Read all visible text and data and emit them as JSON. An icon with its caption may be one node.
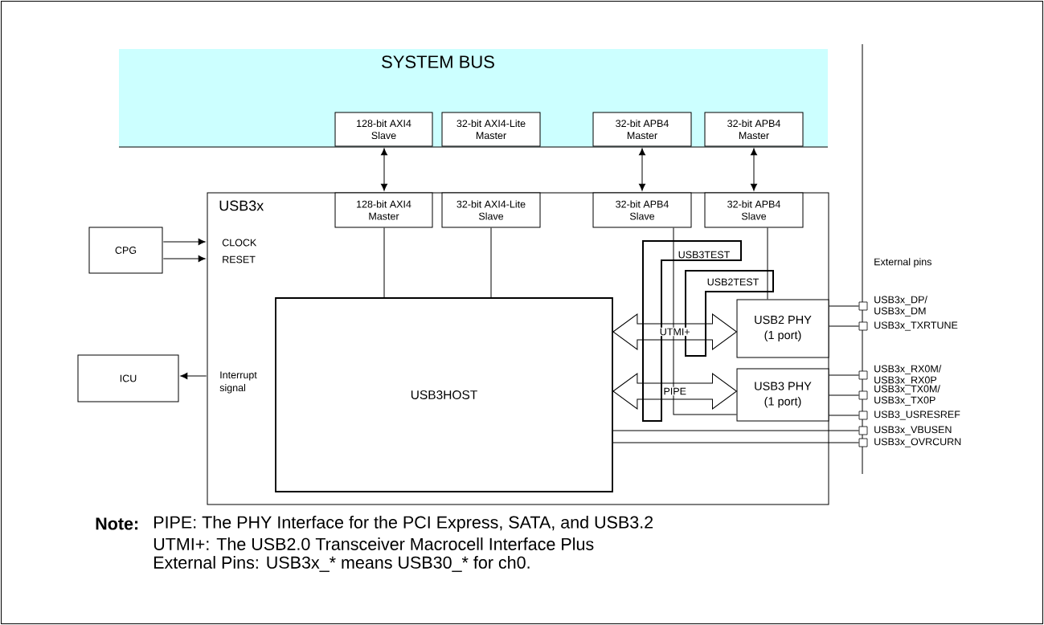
{
  "diagram": {
    "nodes": [
      {
        "text": [
          "SYSTEM BUS"
        ]
      },
      {
        "text": [
          "128-bit AXI4 Slave"
        ],
        "in": 0
      },
      {
        "text": [
          "32-bit AXI4-Lite Master"
        ],
        "in": 0
      },
      {
        "text": [
          "32-bit APB4 Master"
        ],
        "in": 0
      },
      {
        "text": [
          "32-bit APB4 Master"
        ],
        "in": 0
      },
      {
        "text": [
          "USB3x"
        ]
      },
      {
        "text": [
          "128-bit AXI4 Master"
        ],
        "in": 5
      },
      {
        "text": [
          "32-bit AXI4-Lite Slave"
        ],
        "in": 5
      },
      {
        "text": [
          "32-bit APB4 Slave"
        ],
        "in": 5
      },
      {
        "text": [
          "32-bit APB4 Slave"
        ],
        "in": 5
      },
      {
        "text": [
          "CPG"
        ]
      },
      {
        "text": [
          "ICU"
        ]
      },
      {
        "text": [
          "USB3HOST"
        ],
        "in": 5
      },
      {
        "text": [
          "USB2 PHY (1 port)"
        ],
        "in": 5
      },
      {
        "text": [
          "USB3 PHY (1 port)"
        ],
        "in": 5
      },
      {
        "text": [
          "USB3TEST"
        ],
        "in": 5
      },
      {
        "text": [
          "USB2TEST"
        ],
        "in": 5
      },
      {
        "text": [],
        "shape": "box",
        "beside": [
          "USB3x_DP/ USB3x_DM"
        ]
      },
      {
        "text": [],
        "shape": "box",
        "beside": [
          "USB3x_TXRTUNE"
        ]
      },
      {
        "text": [],
        "shape": "box",
        "beside": [
          "USB3x_RX0M/ USB3x_RX0P"
        ]
      },
      {
        "text": [],
        "shape": "box",
        "beside": [
          "USB3x_TX0M/ USB3x_TX0P"
        ]
      },
      {
        "text": [],
        "shape": "box",
        "beside": [
          "USB3_USRESREF"
        ]
      },
      {
        "text": [],
        "shape": "box",
        "beside": [
          "USB3x_VBUSEN"
        ]
      },
      {
        "text": [],
        "shape": "box",
        "beside": [
          "USB3x_OVRCURN"
        ]
      }
    ],
    "edges": [
      {
        "from": 1,
        "to": 6,
        "arrow": "both"
      },
      {
        "from": 3,
        "to": 8,
        "arrow": "both"
      },
      {
        "from": 4,
        "to": 9,
        "arrow": "both"
      },
      {
        "from": 10,
        "to": 5,
        "arrow": "to",
        "label": "CLOCK"
      },
      {
        "from": 10,
        "to": 5,
        "arrow": "to",
        "label": "RESET"
      },
      {
        "from": 5,
        "to": 11,
        "arrow": "to",
        "label": "Interrupt signal"
      },
      {
        "from": 6,
        "to": 12,
        "arrow": "none"
      },
      {
        "from": 7,
        "to": 12,
        "arrow": "none"
      },
      {
        "from": 8,
        "to": 14,
        "arrow": "none"
      },
      {
        "from": 9,
        "to": 13,
        "arrow": "none"
      },
      {
        "from": 12,
        "to": 13,
        "arrow": "both",
        "label": "UTMI+",
        "style": "thick"
      },
      {
        "from": 12,
        "to": 14,
        "arrow": "both",
        "label": "PIPE",
        "style": "thick"
      },
      {
        "from": 13,
        "to": 17,
        "arrow": "none"
      },
      {
        "from": 13,
        "to": 18,
        "arrow": "none"
      },
      {
        "from": 14,
        "to": 19,
        "arrow": "none"
      },
      {
        "from": 14,
        "to": 20,
        "arrow": "none"
      },
      {
        "from": 14,
        "to": 21,
        "arrow": "none"
      },
      {
        "from": 12,
        "to": 22,
        "arrow": "none"
      },
      {
        "from": 12,
        "to": 23,
        "arrow": "none"
      }
    ],
    "labels": [
      "External pins",
      "Note:",
      "PIPE: The PHY Interface for the PCI Express, SATA, and USB3.2",
      "UTMI+: The USB2.0 Transceiver Macrocell Interface Plus",
      "External Pins: USB3x_* means USB30_* for ch0."
    ]
  }
}
